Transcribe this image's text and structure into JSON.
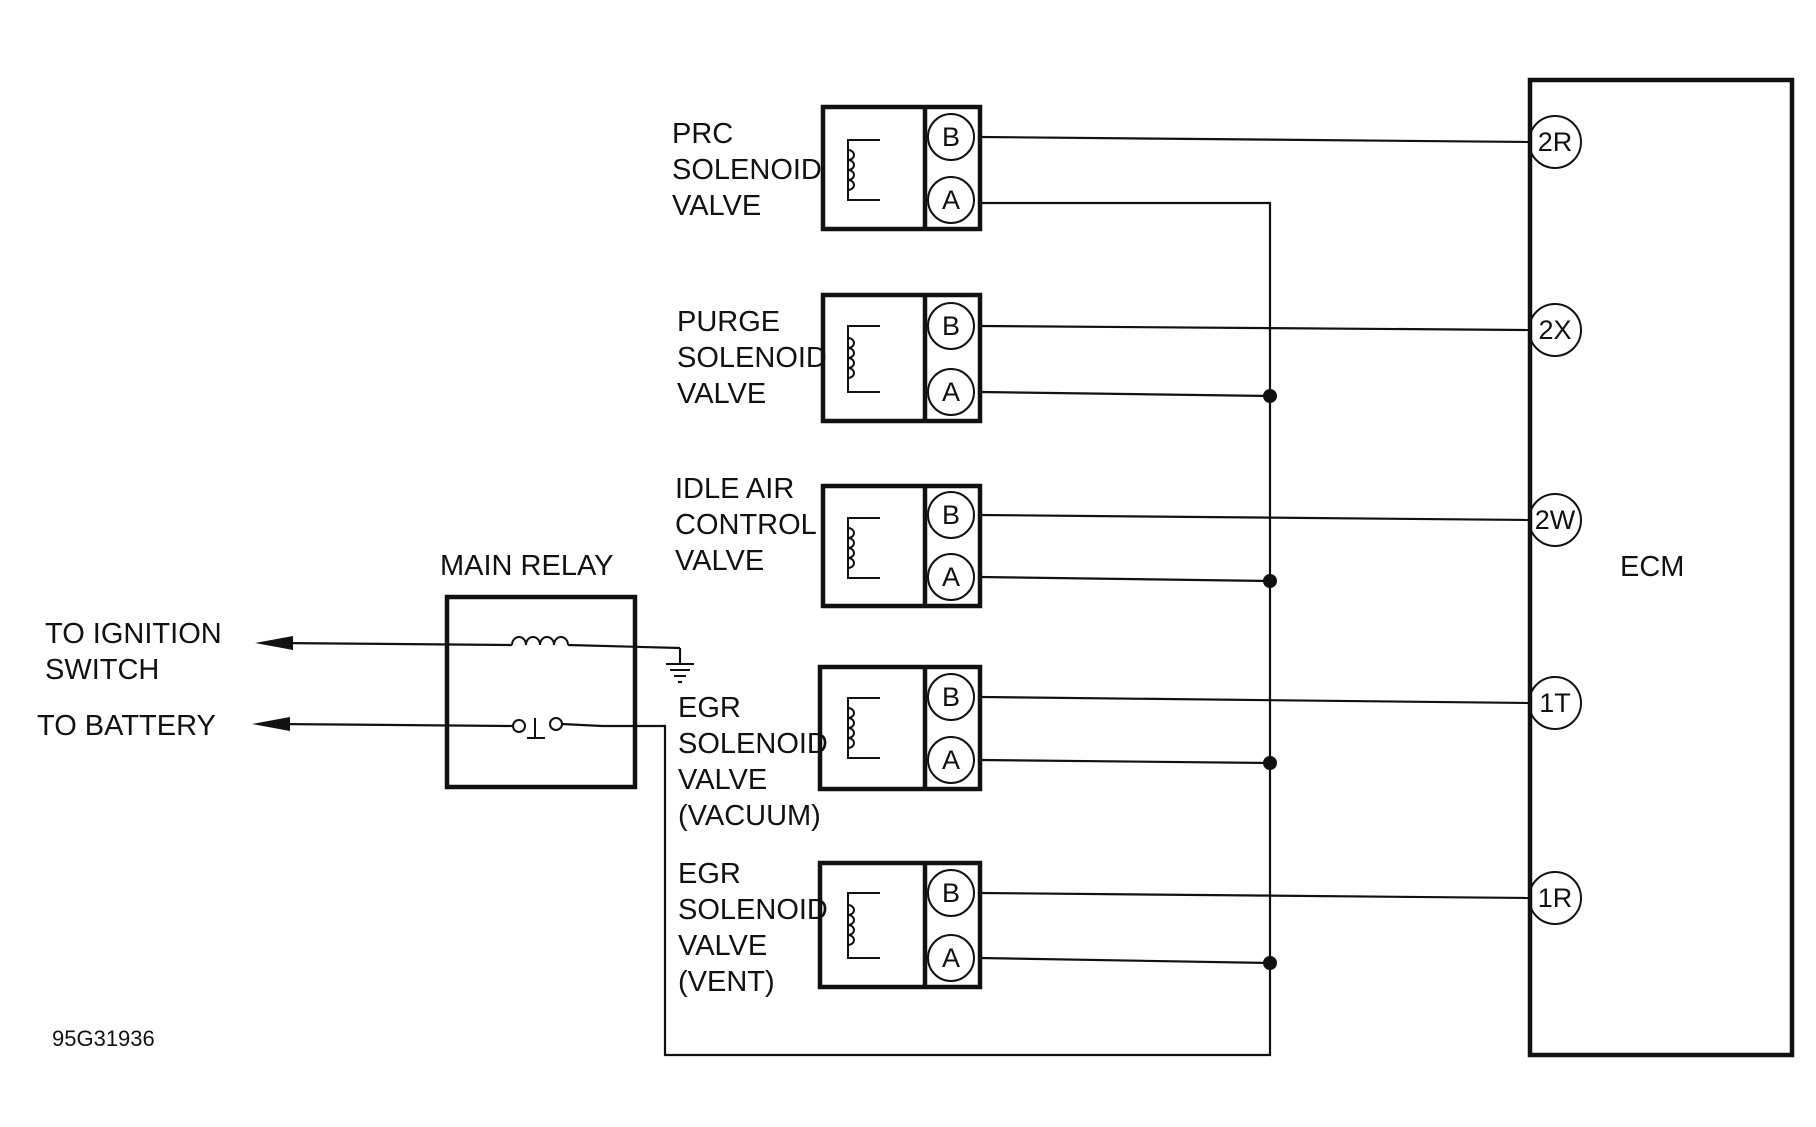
{
  "ecm": {
    "label": "ECM"
  },
  "relay": {
    "title": "MAIN RELAY",
    "to_ignition": [
      "TO IGNITION",
      "SWITCH"
    ],
    "to_battery": "TO BATTERY"
  },
  "valves": [
    {
      "lines": [
        "PRC",
        "SOLENOID",
        "VALVE"
      ],
      "pin_b": "B",
      "pin_a": "A",
      "ecm_pin": "2R"
    },
    {
      "lines": [
        "PURGE",
        "SOLENOID",
        "VALVE"
      ],
      "pin_b": "B",
      "pin_a": "A",
      "ecm_pin": "2X"
    },
    {
      "lines": [
        "IDLE AIR",
        "CONTROL",
        "VALVE"
      ],
      "pin_b": "B",
      "pin_a": "A",
      "ecm_pin": "2W"
    },
    {
      "lines": [
        "EGR",
        "SOLENOID",
        "VALVE",
        "(VACUUM)"
      ],
      "pin_b": "B",
      "pin_a": "A",
      "ecm_pin": "1T"
    },
    {
      "lines": [
        "EGR",
        "SOLENOID",
        "VALVE",
        "(VENT)"
      ],
      "pin_b": "B",
      "pin_a": "A",
      "ecm_pin": "1R"
    }
  ],
  "figure_id": "95G31936"
}
